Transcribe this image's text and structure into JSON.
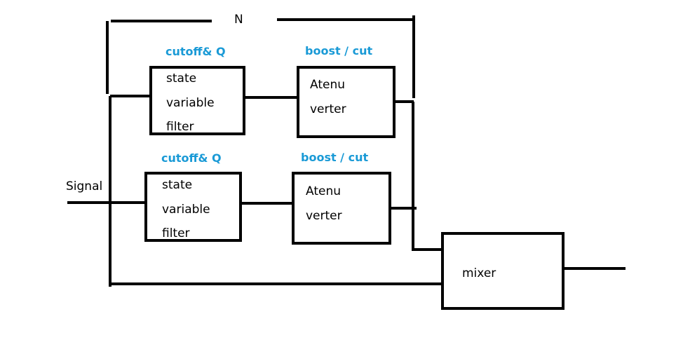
{
  "diagram": {
    "colors": {
      "line": "#000000",
      "param_label": "#1a9ad6"
    },
    "loop_label": "N",
    "input_label": "Signal",
    "bands": [
      {
        "filter_param_label": "cutoff& Q",
        "gain_param_label": "boost / cut",
        "filter_lines": [
          "state",
          "variable",
          "filter"
        ],
        "gain_lines": [
          "Atenu",
          "verter"
        ]
      },
      {
        "filter_param_label": "cutoff& Q",
        "gain_param_label": "boost / cut",
        "filter_lines": [
          "state",
          "variable",
          "filter"
        ],
        "gain_lines": [
          "Atenu",
          "verter"
        ]
      }
    ],
    "mixer_label": "mixer"
  }
}
